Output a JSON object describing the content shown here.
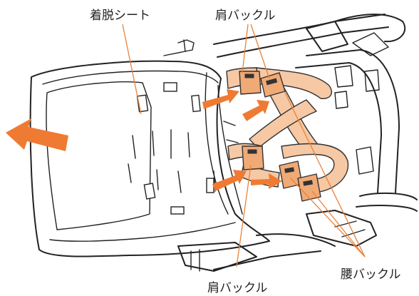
{
  "labels": {
    "seat_cover": "着脱シート",
    "shoulder_buckle_top": "肩バックル",
    "shoulder_buckle_bottom": "肩バックル",
    "waist_buckle": "腰バックル"
  },
  "colors": {
    "arrow": "#ef7a32",
    "strap": "#f6c8a4",
    "buckle": "#f0aa76",
    "leader_line": "#e8823a",
    "outline": "#222222"
  }
}
